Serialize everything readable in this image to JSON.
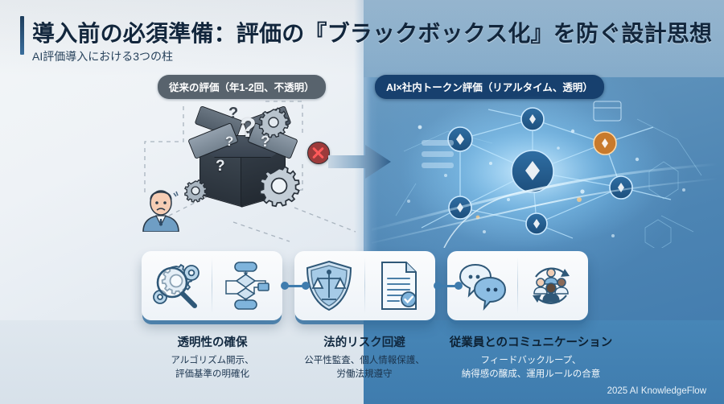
{
  "header": {
    "title": "導入前の必須準備：評価の『ブラックボックス化』を防ぐ設計思想",
    "subtitle": "AI評価導入における3つの柱"
  },
  "badges": {
    "left": "従来の評価（年1-2回、不透明）",
    "right": "AI×社内トークン評価（リアルタイム、透明）"
  },
  "illustration": {
    "left_alt": "black-box-with-question-marks",
    "right_alt": "ai-token-network-graph",
    "arrow_alt": "transition-arrow",
    "cross_alt": "red-cross-mark"
  },
  "pillars": [
    {
      "title": "透明性の確保",
      "body": "アルゴリズム開示、\n評価基準の明確化",
      "icon_a": "magnifier-gears-icon",
      "icon_b": "flowchart-icon"
    },
    {
      "title": "法的リスク回避",
      "body": "公平性監査、個人情報保護、\n労働法規遵守",
      "icon_a": "shield-scales-icon",
      "icon_b": "document-check-icon"
    },
    {
      "title": "従業員とのコミュニケーション",
      "body": "フィードバックループ、\n納得感の醸成、運用ルールの合意",
      "icon_a": "speech-bubbles-icon",
      "icon_b": "team-cycle-icon"
    }
  ],
  "footer": {
    "credit": "2025 AI KnowledgeFlow"
  },
  "colors": {
    "accent_dark": "#1d3d5c",
    "panel_blue": "#3f7cae",
    "badge_left": "#58636d",
    "badge_right": "#17406e",
    "cross_red": "#9c3b3b"
  }
}
